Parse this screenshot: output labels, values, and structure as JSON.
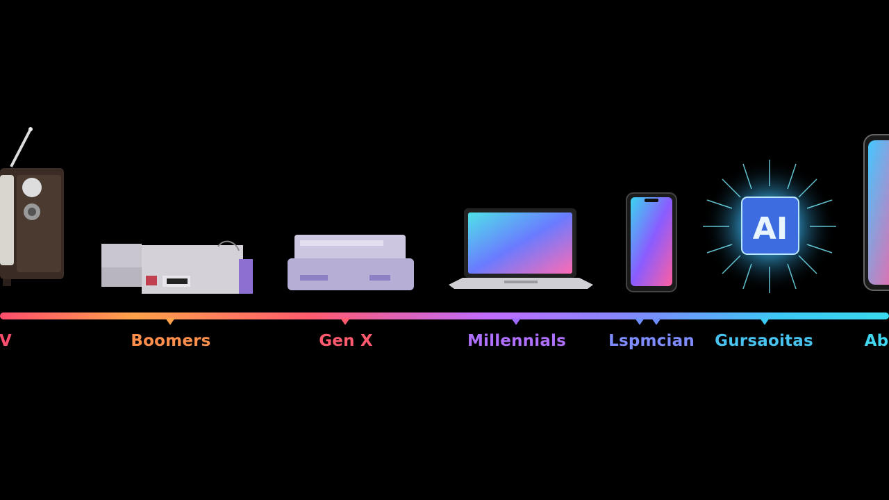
{
  "timeline": {
    "labels": [
      {
        "key": "tv",
        "text": "V",
        "color": "#ff4d6d"
      },
      {
        "key": "boomers",
        "text": "Boomers",
        "color": "#ff8f4d"
      },
      {
        "key": "genx",
        "text": "Gen X",
        "color": "#ff5a6e"
      },
      {
        "key": "millennials",
        "text": "Millennials",
        "color": "#b070ff"
      },
      {
        "key": "lspmcian",
        "text": "Lspmcian",
        "color": "#7f8cff"
      },
      {
        "key": "gursaoitas",
        "text": "Gursaoitas",
        "color": "#48c3f0"
      },
      {
        "key": "ab",
        "text": "Ab",
        "color": "#40d6ef"
      }
    ]
  },
  "devices": {
    "ai_chip_text": "AI"
  },
  "icons": [
    "tv-icon",
    "console-icon",
    "console-icon",
    "laptop-icon",
    "smartphone-icon",
    "ai-chip-icon",
    "phone-icon"
  ]
}
